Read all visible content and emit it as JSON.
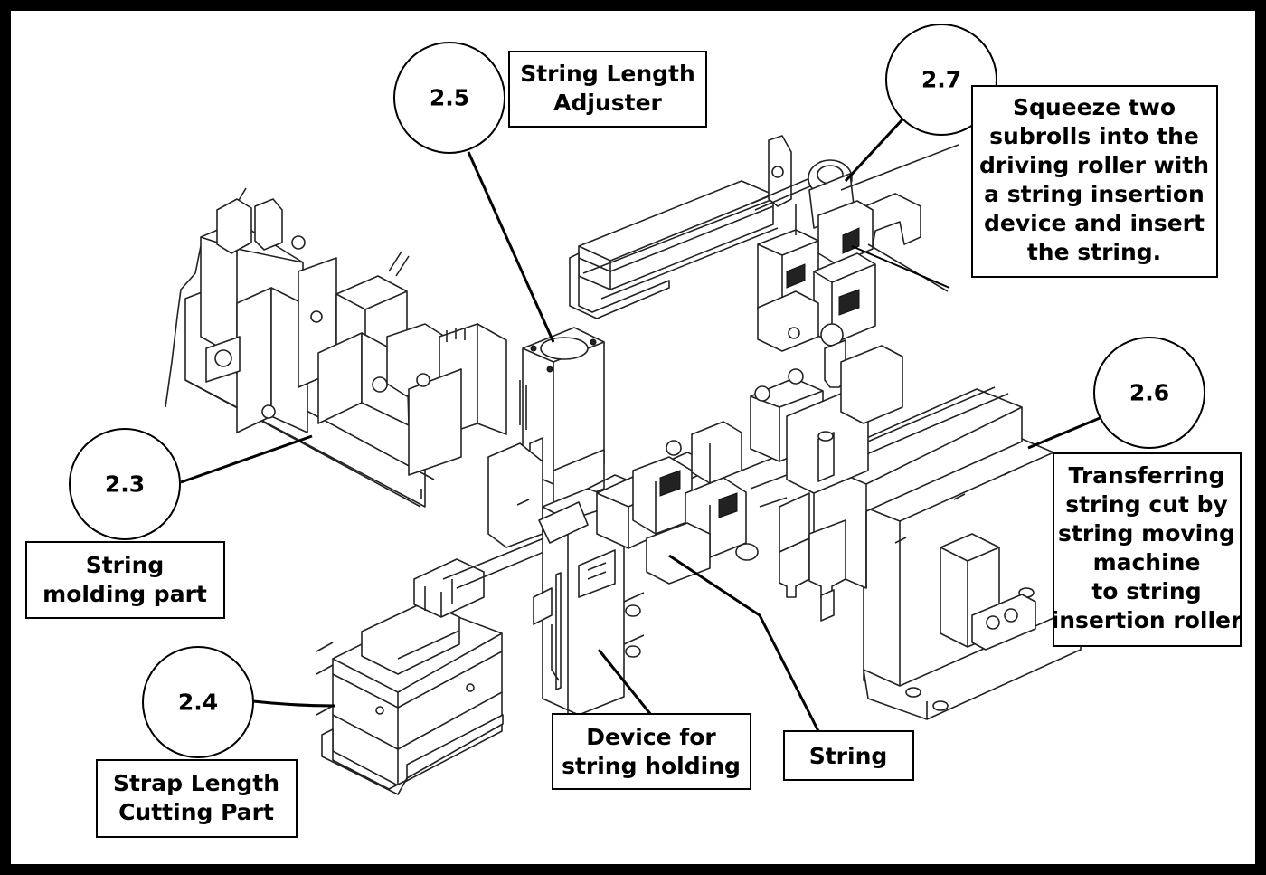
{
  "callouts": [
    {
      "id": "c25",
      "number": "2.5"
    },
    {
      "id": "c27",
      "number": "2.7"
    },
    {
      "id": "c26",
      "number": "2.6"
    },
    {
      "id": "c23",
      "number": "2.3"
    },
    {
      "id": "c24",
      "number": "2.4"
    }
  ],
  "labels": {
    "string_length_adjuster": [
      "String Length",
      "Adjuster"
    ],
    "squeeze_subrolls": [
      "Squeeze two",
      "subrolls into the",
      "driving roller with",
      "a string insertion",
      "device and insert",
      "the string."
    ],
    "transferring_string": [
      "Transferring",
      "string cut by",
      "string moving",
      "machine",
      "to string",
      "insertion roller"
    ],
    "string_molding_part": [
      "String",
      "molding part"
    ],
    "strap_length_cutting_part": [
      "Strap Length",
      "Cutting Part"
    ],
    "device_for_string_holding": [
      "Device for",
      "string holding"
    ],
    "string": [
      "String"
    ]
  }
}
